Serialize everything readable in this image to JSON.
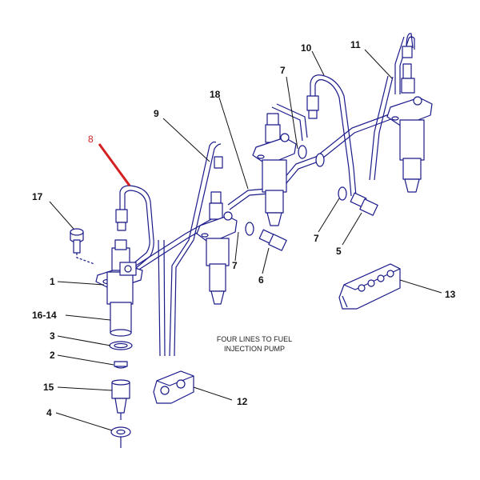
{
  "diagram": {
    "note_lines": [
      "FOUR LINES TO FUEL",
      "INJECTION PUMP"
    ],
    "callouts": {
      "c1": "1",
      "c2": "2",
      "c3": "3",
      "c4": "4",
      "c5": "5",
      "c6": "6",
      "c7a": "7",
      "c7b": "7",
      "c7c": "7",
      "c8": "8",
      "c9": "9",
      "c10": "10",
      "c11": "11",
      "c12": "12",
      "c13": "13",
      "c15": "15",
      "c1614": "16-14",
      "c17": "17",
      "c18": "18"
    },
    "colors": {
      "linework": "#1a1a8a",
      "highlight": "#d42020",
      "text": "#111111"
    }
  }
}
